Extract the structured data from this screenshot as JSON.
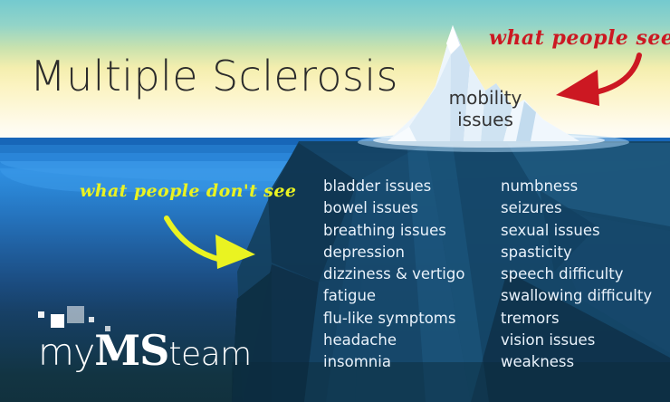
{
  "title": "Multiple Sclerosis",
  "iceberg": {
    "visible_label_line1": "mobility",
    "visible_label_line2": "issues"
  },
  "annotations": {
    "above_water": {
      "text": "what people see",
      "color": "#cc1822"
    },
    "below_water": {
      "text": "what people don't see",
      "color": "#eaf321"
    }
  },
  "symptoms": {
    "left_column": [
      "bladder issues",
      "bowel issues",
      "breathing issues",
      "depression",
      "dizziness & vertigo",
      "fatigue",
      "flu-like symptoms",
      "headache",
      "insomnia"
    ],
    "right_column": [
      "numbness",
      "seizures",
      "sexual issues",
      "spasticity",
      "speech difficulty",
      "swallowing difficulty",
      "tremors",
      "vision issues",
      "weakness"
    ]
  },
  "logo": {
    "part1": "my",
    "part2": "MS",
    "part3": "team"
  },
  "palette": {
    "sky_top": "#74cacf",
    "sky_bottom": "#fffdf8",
    "water_top": "#2f8ee0",
    "water_bottom": "#11313e",
    "ice_white": "#ffffff",
    "ice_shadow": "#cfe3f2",
    "red": "#cc1822",
    "yellow": "#eaf321",
    "text_dark": "#2b2b2b",
    "text_light": "#e9f2fb"
  }
}
